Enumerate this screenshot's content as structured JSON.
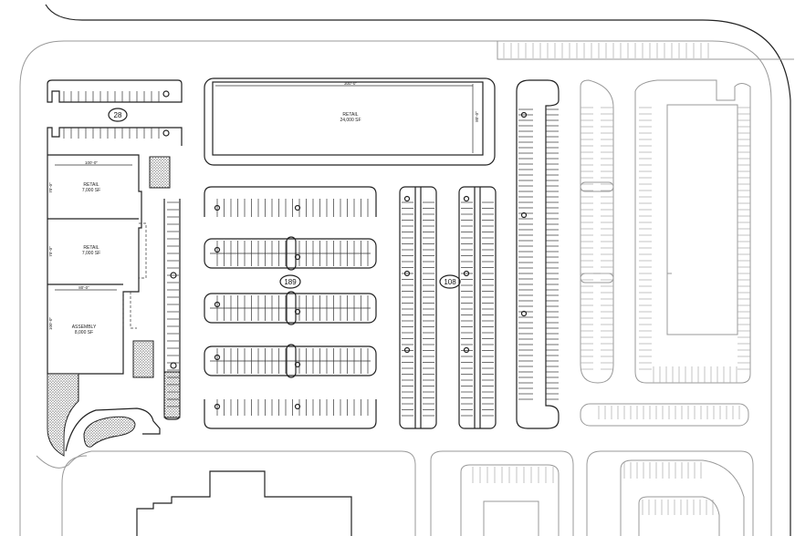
{
  "lot_labels": {
    "north": "28",
    "center": "189",
    "east": "108"
  },
  "buildings": {
    "retail_main": {
      "name": "RETAIL",
      "area": "24,000 SF",
      "width_dim": "300'-0\"",
      "depth_dim": "80'-0\""
    },
    "retail_a": {
      "name": "RETAIL",
      "area": "7,000 SF",
      "width_dim": "100'-0\"",
      "depth_dim": "70'-0\""
    },
    "retail_b": {
      "name": "RETAIL",
      "area": "7,000 SF",
      "depth_dim": "70'-0\""
    },
    "assembly": {
      "name": "ASSEMBLY",
      "area": "8,000 SF",
      "width_dim": "80'-0\"",
      "depth_dim": "100'-0\""
    }
  },
  "colors": {
    "line": "#222222",
    "faded_line": "#999999",
    "background": "#ffffff"
  }
}
